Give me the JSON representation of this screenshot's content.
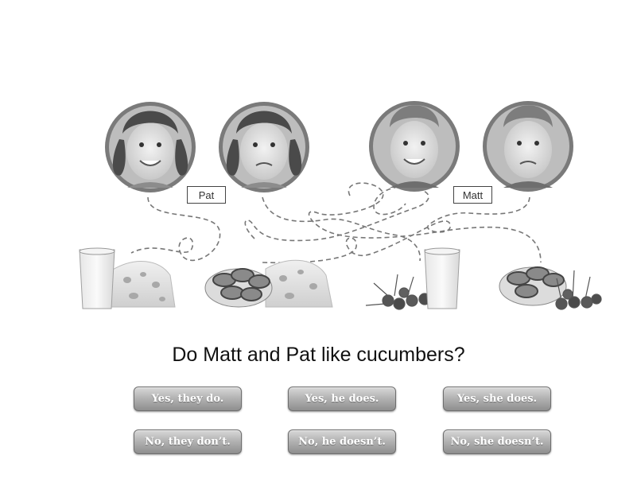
{
  "labels": {
    "pat": "Pat",
    "matt": "Matt"
  },
  "question": "Do Matt and Pat like cucumbers?",
  "answers": {
    "yes_they": "Yes, they do.",
    "yes_he": "Yes, he does.",
    "yes_she": "Yes, she does.",
    "no_they": "No, they don’t.",
    "no_he": "No, he doesn’t.",
    "no_she": "No, she doesn’t."
  },
  "children": [
    {
      "name": "girl-smiling-portrait"
    },
    {
      "name": "girl-frowning-portrait"
    },
    {
      "name": "boy-smiling-portrait"
    },
    {
      "name": "boy-frowning-portrait"
    }
  ],
  "foods": [
    "milk-glass",
    "cheese",
    "cucumber-bowl",
    "cherries"
  ]
}
